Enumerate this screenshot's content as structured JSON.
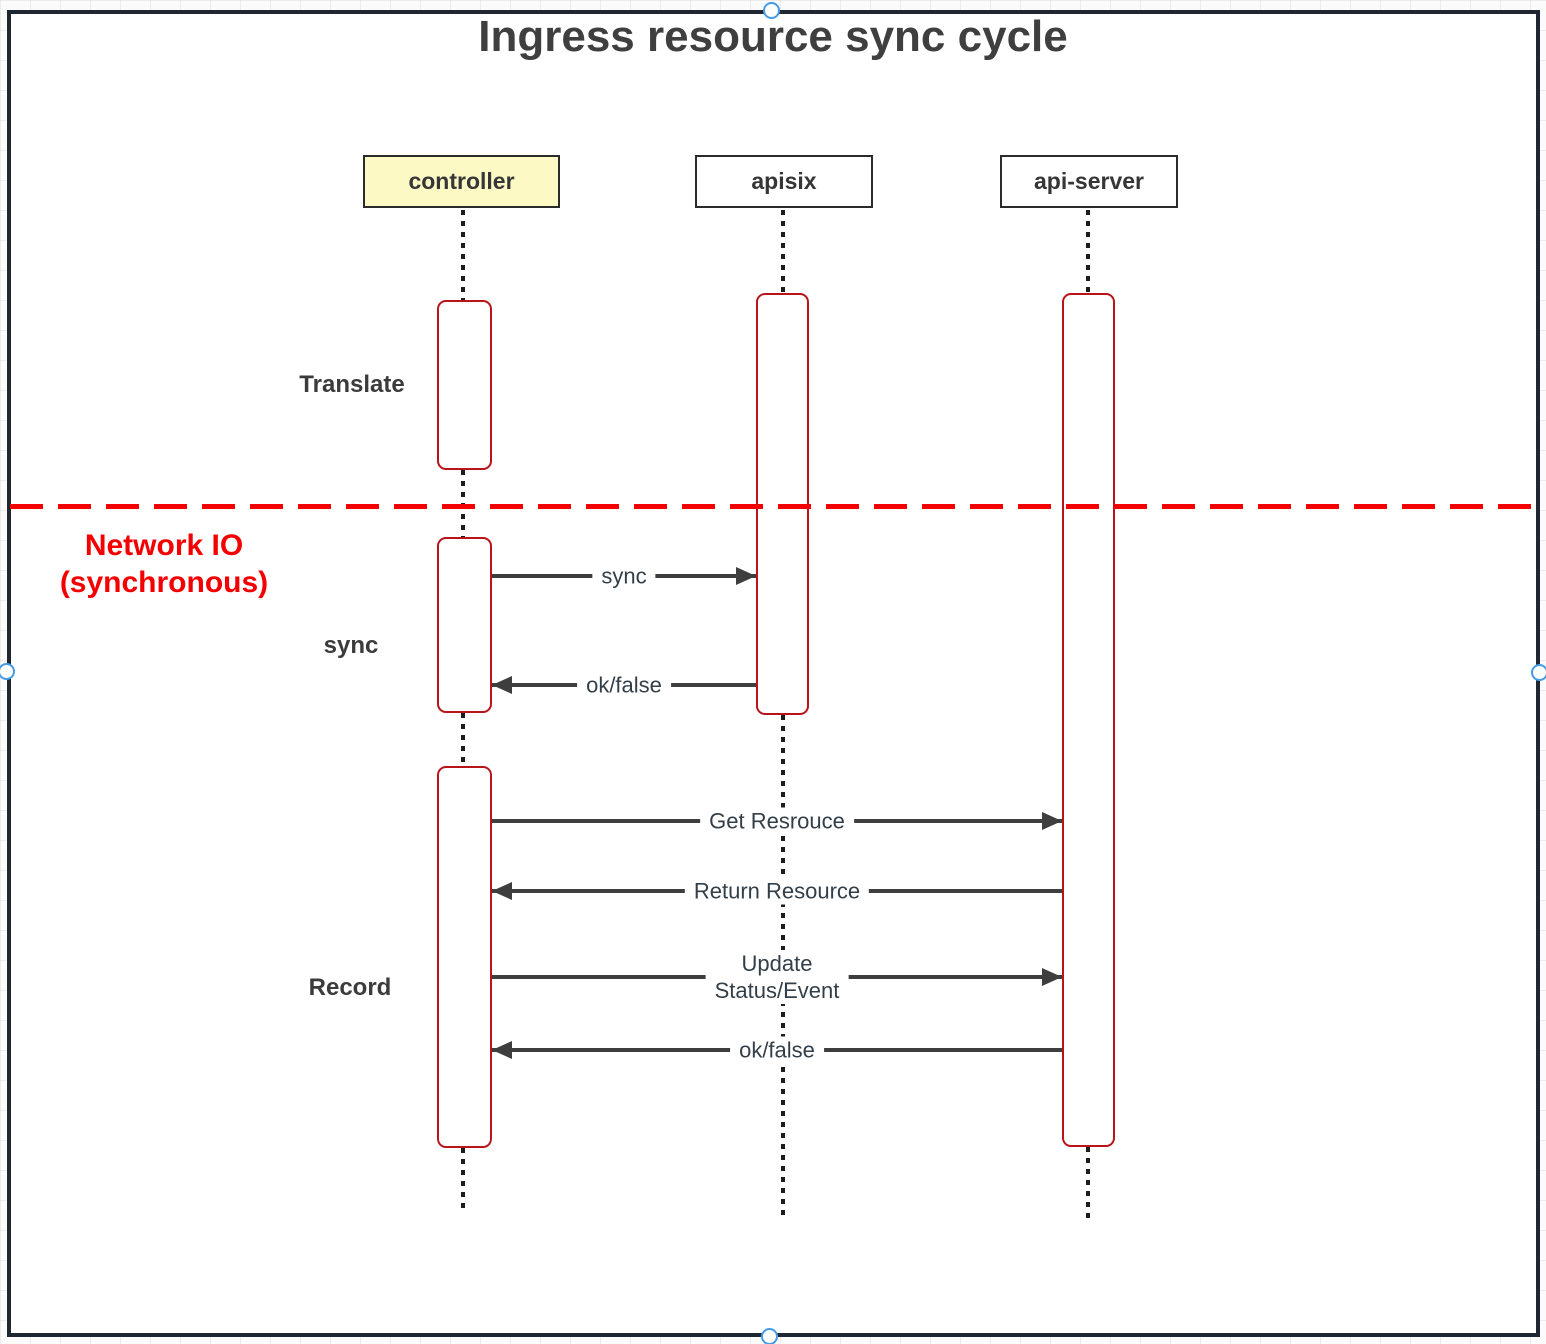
{
  "diagram": {
    "title": "Ingress resource sync cycle",
    "actors": [
      {
        "label": "controller",
        "fill": "#fdf9c5"
      },
      {
        "label": "apisix",
        "fill": "#ffffff"
      },
      {
        "label": "api-server",
        "fill": "#ffffff"
      }
    ],
    "phases": [
      {
        "label": "Translate"
      },
      {
        "label": "sync"
      },
      {
        "label": "Record"
      }
    ],
    "network_note": {
      "line1": "Network IO",
      "line2": "(synchronous)"
    },
    "messages": [
      {
        "label": "sync",
        "from": "controller",
        "to": "apisix",
        "direction": "right"
      },
      {
        "label": "ok/false",
        "from": "apisix",
        "to": "controller",
        "direction": "left"
      },
      {
        "label": "Get Resrouce",
        "from": "controller",
        "to": "api-server",
        "direction": "right"
      },
      {
        "label": "Return Resource",
        "from": "api-server",
        "to": "controller",
        "direction": "left"
      },
      {
        "label_lines": [
          "Update",
          "Status/Event"
        ],
        "from": "controller",
        "to": "api-server",
        "direction": "right"
      },
      {
        "label": "ok/false",
        "from": "api-server",
        "to": "controller",
        "direction": "left"
      }
    ],
    "colors": {
      "accent_red": "#f50002",
      "activation_border": "#b81419",
      "controller_fill": "#fdf9c5",
      "arrow": "#3e3e3e",
      "outer_border": "#1f2832",
      "selection_handle_blue": "#459be6",
      "text": "#3f3f3f"
    },
    "editor": {
      "selection_handles": [
        "top",
        "left",
        "right",
        "bottom"
      ]
    }
  }
}
